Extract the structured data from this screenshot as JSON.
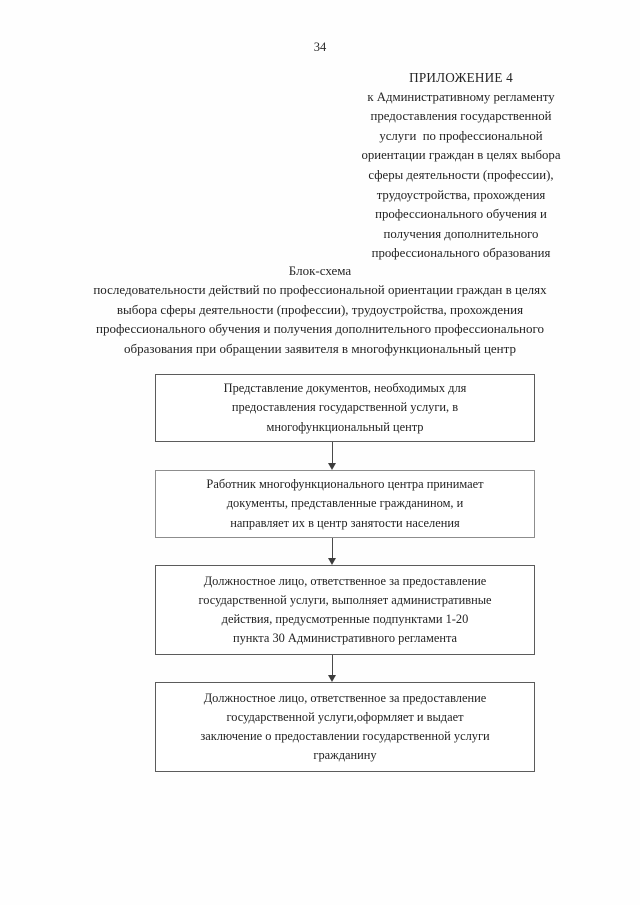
{
  "page": {
    "number": "34"
  },
  "appendix": {
    "title": "ПРИЛОЖЕНИЕ 4",
    "lines": [
      "к Административному регламенту",
      "предоставления государственной",
      "услуги  по профессиональной",
      "ориентации граждан в целях выбора",
      "сферы деятельности (профессии),",
      "трудоустройства, прохождения",
      "профессионального обучения и",
      "получения дополнительного",
      "профессионального образования"
    ]
  },
  "doc_title": {
    "main": "Блок-схема",
    "lines": [
      "последовательности действий по профессиональной ориентации граждан в целях",
      "выбора сферы деятельности (профессии), трудоустройства, прохождения",
      "профессионального обучения и получения дополнительного профессионального",
      "образования при обращении заявителя в многофункциональный центр"
    ]
  },
  "flowchart": {
    "boxes": [
      {
        "id": "box-1",
        "lines": [
          "Представление документов, необходимых для",
          "предоставления государственной услуги, в",
          "многофункциональный центр"
        ]
      },
      {
        "id": "box-2",
        "lines": [
          "Работник многофункционального центра принимает",
          "документы, представленные гражданином, и",
          "направляет их в центр занятости населения"
        ]
      },
      {
        "id": "box-3",
        "lines": [
          "Должностное лицо, ответственное за предоставление",
          "государственной услуги, выполняет административные",
          "действия, предусмотренные подпунктами 1-20",
          "пункта 30 Административного регламента"
        ]
      },
      {
        "id": "box-4",
        "lines": [
          "Должностное лицо, ответственное за предоставление",
          "государственной услуги,оформляет и выдает",
          "заключение о предоставлении государственной услуги",
          "гражданину"
        ]
      }
    ],
    "connectors": [
      {
        "id": "connector-1",
        "name": "arrow-box1-to-box2"
      },
      {
        "id": "connector-2",
        "name": "arrow-box2-to-box3"
      },
      {
        "id": "connector-3",
        "name": "arrow-box3-to-box4"
      }
    ]
  },
  "colors": {
    "page_background": "#ffffff",
    "text": "#232323",
    "box_border": "#5b5b5b",
    "arrow": "#3c3c3c"
  }
}
